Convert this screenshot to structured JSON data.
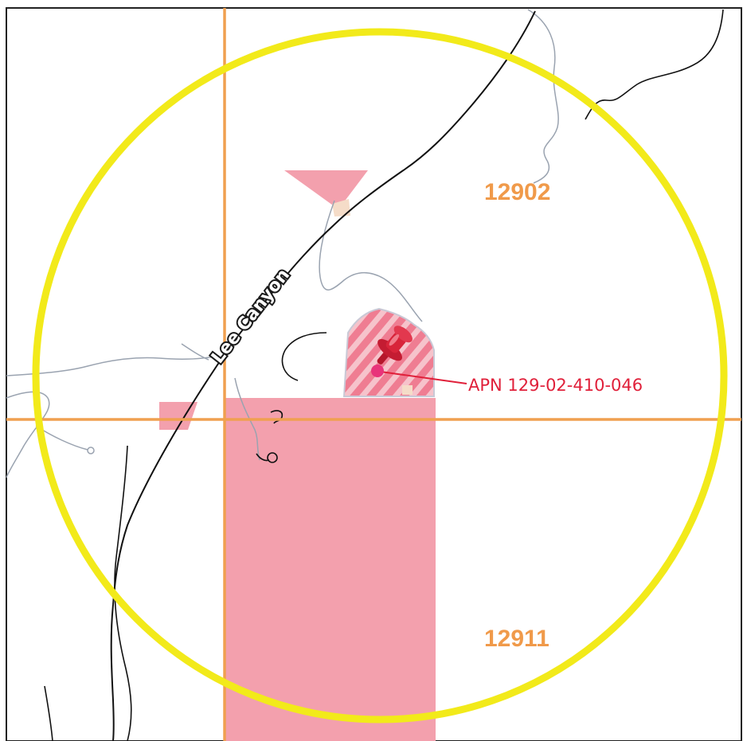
{
  "map": {
    "road_label": "Lee Canyon",
    "grid_labels": {
      "north_east": "12902",
      "south_east": "12911"
    },
    "parcel_callout": "APN 129-02-410-046"
  },
  "colors": {
    "buffer_ring": "#f2ea1a",
    "grid_line": "#f0a050",
    "grid_label": "#f09a4a",
    "parcel_fill": "#f3a0ad",
    "parcel_pin": "#d8243a",
    "callout_text": "#e0203a",
    "road_line": "#111111",
    "stream_line": "#9aa3b0"
  },
  "icons": {
    "parcel_marker": "push-pin-icon"
  }
}
